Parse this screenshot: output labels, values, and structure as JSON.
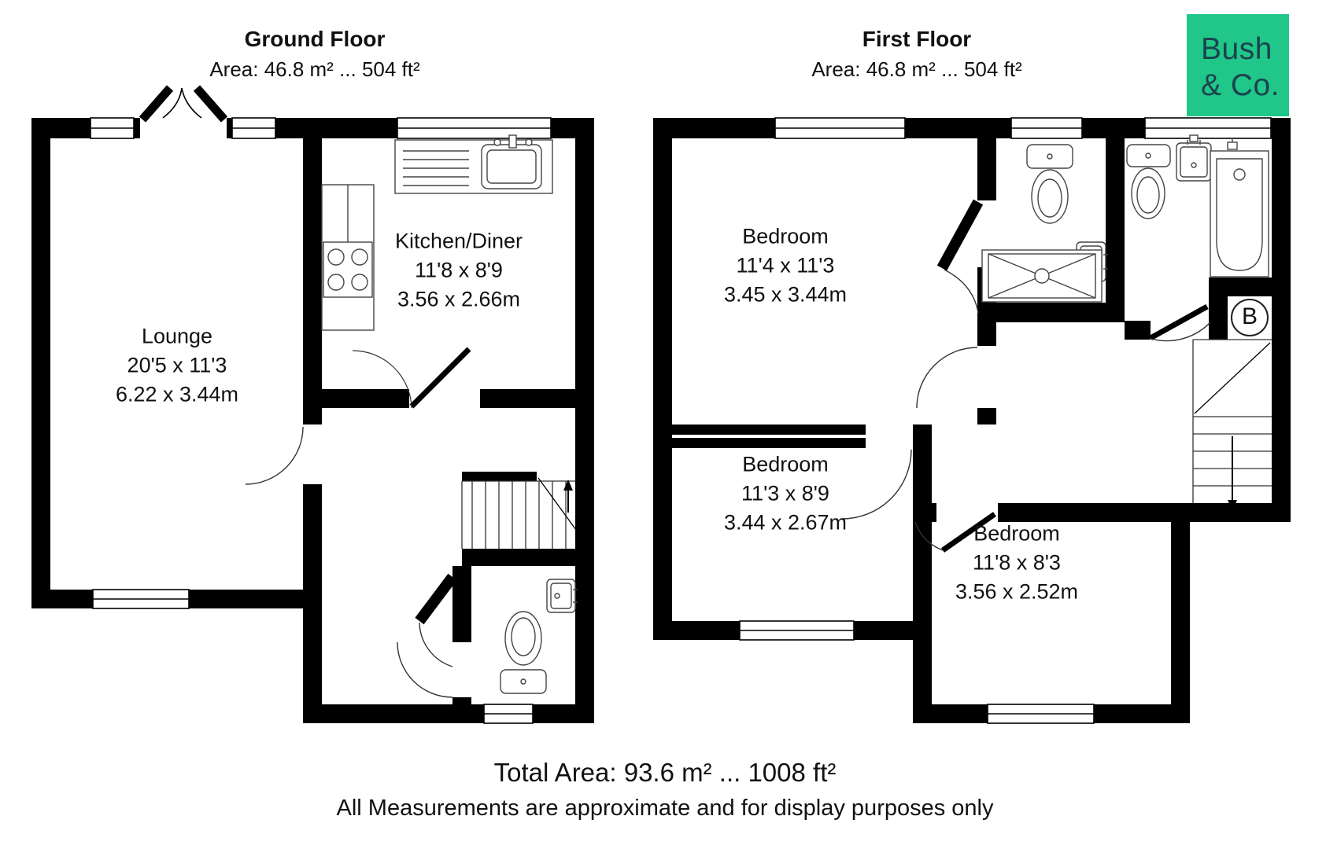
{
  "headers": {
    "ground_floor": {
      "title": "Ground Floor",
      "area": "Area: 46.8 m² ... 504 ft²"
    },
    "first_floor": {
      "title": "First Floor",
      "area": "Area: 46.8 m² ... 504 ft²"
    }
  },
  "logo": {
    "line1": "Bush",
    "line2": "& Co.",
    "bg_color": "#21c788",
    "text_color": "#1b4350"
  },
  "rooms": {
    "lounge": {
      "name": "Lounge",
      "imperial": "20'5 x 11'3",
      "metric": "6.22 x 3.44m"
    },
    "kitchen_diner": {
      "name": "Kitchen/Diner",
      "imperial": "11'8 x 8'9",
      "metric": "3.56 x 2.66m"
    },
    "bedroom1": {
      "name": "Bedroom",
      "imperial": "11'4 x 11'3",
      "metric": "3.45 x 3.44m"
    },
    "bedroom2": {
      "name": "Bedroom",
      "imperial": "11'3 x 8'9",
      "metric": "3.44 x 2.67m"
    },
    "bedroom3": {
      "name": "Bedroom",
      "imperial": "11'8 x 8'3",
      "metric": "3.56 x 2.52m"
    }
  },
  "annotations": {
    "boiler_label": "B"
  },
  "footer": {
    "total_area": "Total Area: 93.6 m²  ...  1008 ft²",
    "disclaimer": "All Measurements are approximate and for display purposes only"
  }
}
